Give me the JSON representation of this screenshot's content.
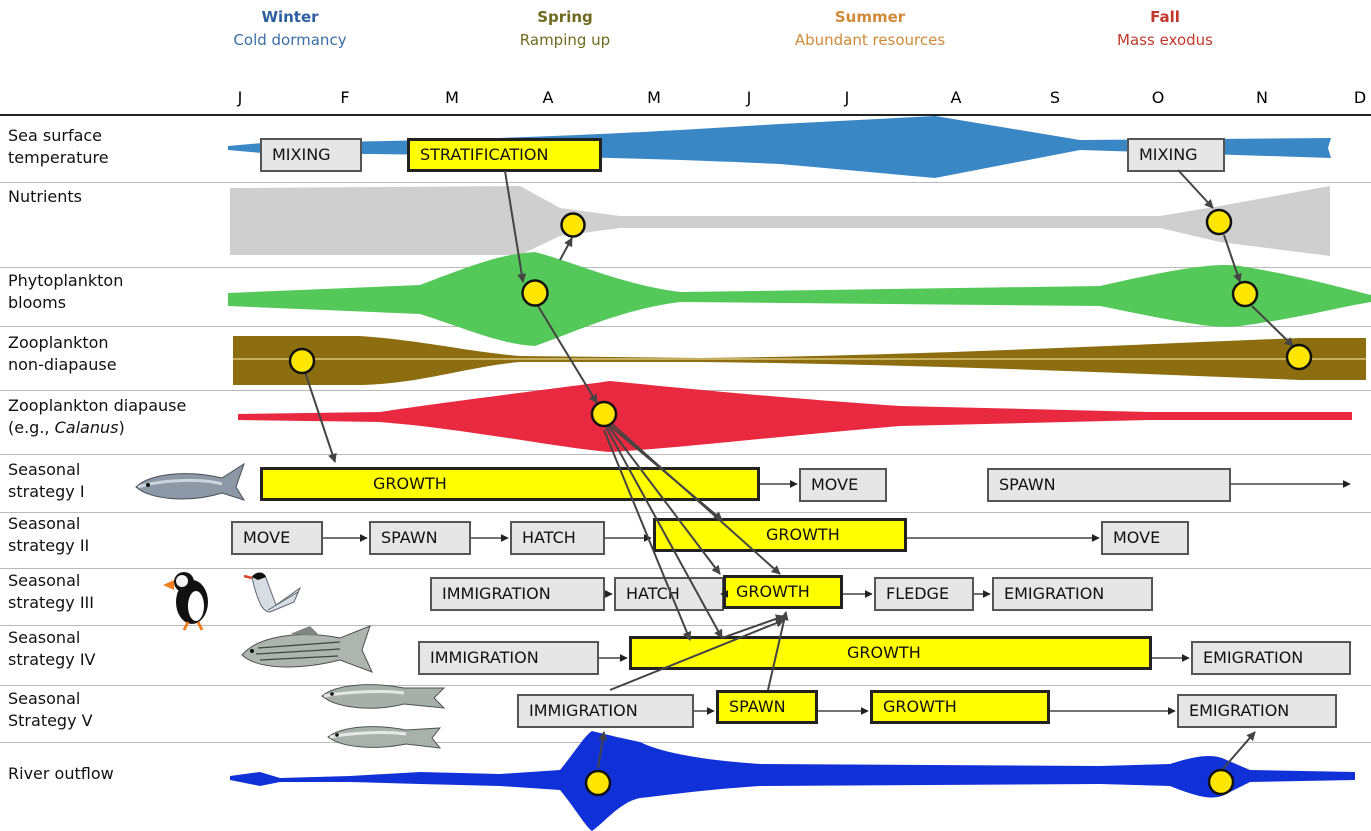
{
  "seasons": [
    {
      "name": "Winter",
      "sub": "Cold dormancy",
      "color": "#2e5f9e",
      "subcolor": "#3b6ea8"
    },
    {
      "name": "Spring",
      "sub": "Ramping up",
      "color": "#6f6a1f",
      "subcolor": "#6f6a1f"
    },
    {
      "name": "Summer",
      "sub": "Abundant resources",
      "color": "#d08a3a",
      "subcolor": "#d08a3a"
    },
    {
      "name": "Fall",
      "sub": "Mass exodus",
      "color": "#c0392b",
      "subcolor": "#c0392b"
    }
  ],
  "months": [
    "J",
    "F",
    "M",
    "A",
    "M",
    "J",
    "J",
    "A",
    "S",
    "O",
    "N",
    "D"
  ],
  "rows": {
    "sst": [
      "Sea surface",
      "temperature"
    ],
    "nutrients": [
      "Nutrients"
    ],
    "phyto": [
      "Phytoplankton",
      "blooms"
    ],
    "zoo_nd": [
      "Zooplankton",
      "non-diapause"
    ],
    "zoo_d_1": "Zooplankton diapause",
    "zoo_d_2a": "(e.g., ",
    "zoo_d_2b": "Calanus",
    "zoo_d_2c": ")",
    "s1": [
      "Seasonal",
      "strategy I"
    ],
    "s2": [
      "Seasonal",
      "strategy II"
    ],
    "s3": [
      "Seasonal",
      "strategy III"
    ],
    "s4": [
      "Seasonal",
      "strategy IV"
    ],
    "s5": [
      "Seasonal",
      "Strategy V"
    ],
    "river": [
      "River outflow"
    ]
  },
  "boxes": {
    "sst_mixing_1": "MIXING",
    "sst_strat": "STRATIFICATION",
    "sst_mixing_2": "MIXING",
    "s1_growth": "GROWTH",
    "s1_move": "MOVE",
    "s1_spawn": "SPAWN",
    "s2_move_1": "MOVE",
    "s2_spawn": "SPAWN",
    "s2_hatch": "HATCH",
    "s2_growth": "GROWTH",
    "s2_move_2": "MOVE",
    "s3_immigration": "IMMIGRATION",
    "s3_hatch": "HATCH",
    "s3_growth": "GROWTH",
    "s3_fledge": "FLEDGE",
    "s3_emigration": "EMIGRATION",
    "s4_immigration": "IMMIGRATION",
    "s4_growth": "GROWTH",
    "s4_emigration": "EMIGRATION",
    "s5_immigration": "IMMIGRATION",
    "s5_spawn": "SPAWN",
    "s5_growth": "GROWTH",
    "s5_emigration": "EMIGRATION"
  },
  "colors": {
    "sst": "#3a87c6",
    "nutrients": "#cfcfcf",
    "phyto": "#54c95a",
    "zoo_nd": "#8c6d0f",
    "zoo_d": "#e8293f",
    "river": "#1131d8",
    "highlight": "#ffff00",
    "node": "#ffe600"
  },
  "icons": [
    "herring-icon",
    "puffin-icon",
    "tern-icon",
    "striped-bass-icon",
    "alewife-icon",
    "shad-icon"
  ]
}
